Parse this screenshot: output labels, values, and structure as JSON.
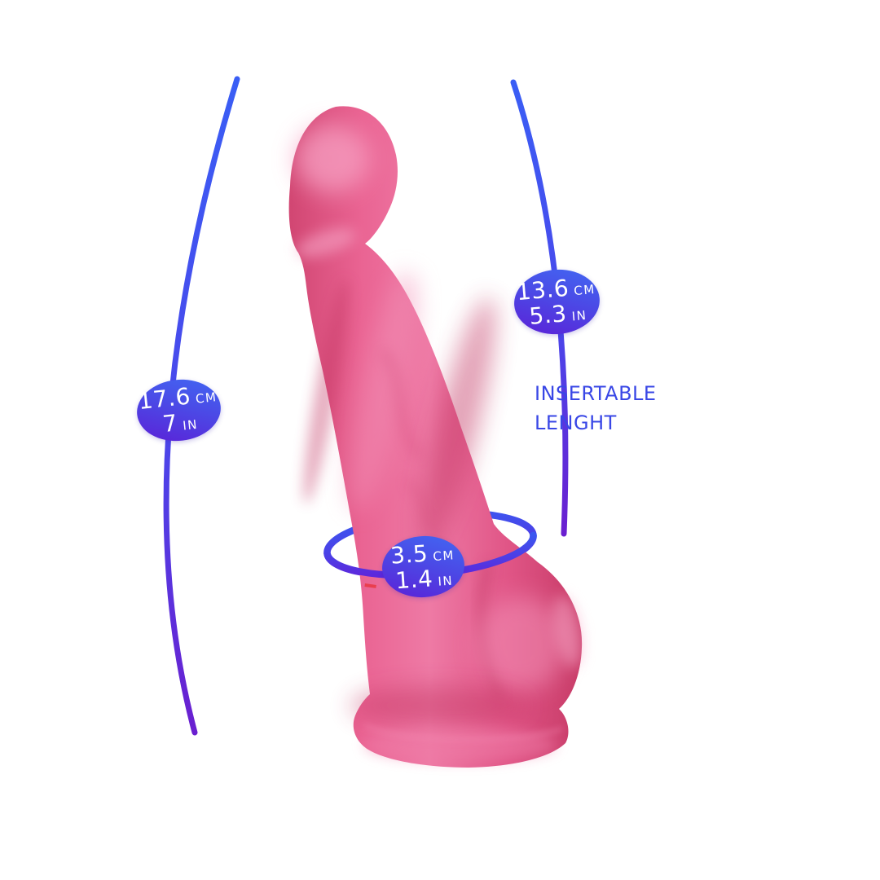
{
  "page": {
    "background": "#ffffff",
    "description": "Product dimensions infographic for a pink suction-cup dildo"
  },
  "product": {
    "name": "pink-silicone-dildo",
    "color_main": "#e8568b",
    "color_highlight": "#f6a3c4",
    "color_shadow": "#c23562"
  },
  "measurements": {
    "total_length": {
      "value_cm": "17.6",
      "unit_cm": "CM",
      "value_in": "7",
      "unit_in": "IN"
    },
    "insertable_length": {
      "value_cm": "13.6",
      "unit_cm": "CM",
      "value_in": "5.3",
      "unit_in": "IN",
      "label_line1": "Insertable",
      "label_line2": "Lenght"
    },
    "girth": {
      "value_cm": "3.5",
      "unit_cm": "CM",
      "value_in": "1.4",
      "unit_in": "IN"
    }
  },
  "colors": {
    "bubble_gradient_start": "#4169f3",
    "bubble_gradient_end": "#5c1fd6",
    "line_gradient_start": "#3a5ef5",
    "line_gradient_end": "#6a1fd0",
    "ring_gradient_start": "#3b57f0",
    "ring_gradient_end": "#5c28dc",
    "caption_text": "#3947e6",
    "bubble_text": "#ffffff"
  }
}
